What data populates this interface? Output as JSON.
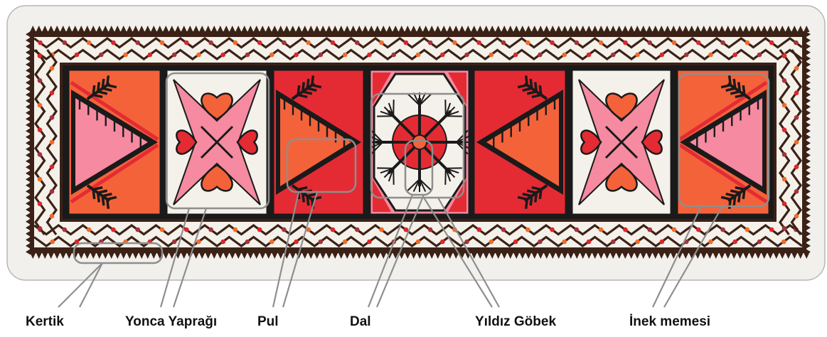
{
  "colors": {
    "background": "#ffffff",
    "card": "#f1f0ec",
    "card_border": "#b6b6b6",
    "dark_brown": "#3b2116",
    "black": "#1a1a1a",
    "orange": "#f4623a",
    "red": "#e42b34",
    "pink": "#f58aa0",
    "cream": "#f4f1ea",
    "callout_gray": "#8e8e8e",
    "dot_red": "#e0252b",
    "dot_maroon": "#a8323b",
    "dot_orange": "#f26b2a"
  },
  "labels": [
    {
      "id": "kertik",
      "text": "Kertik"
    },
    {
      "id": "yonca",
      "text": "Yonca Yaprağı"
    },
    {
      "id": "pul",
      "text": "Pul"
    },
    {
      "id": "dal",
      "text": "Dal"
    },
    {
      "id": "yildiz",
      "text": "Yıldız Göbek"
    },
    {
      "id": "inek",
      "text": "İnek memesi"
    }
  ],
  "panels": [
    {
      "type": "triangle-motif",
      "fill": "orange",
      "inner": "pink",
      "direction": "right"
    },
    {
      "type": "clover-motif",
      "background": "cream"
    },
    {
      "type": "triangle-motif",
      "fill": "red",
      "inner": "orange",
      "direction": "right"
    },
    {
      "type": "star-motif",
      "background": "pink"
    },
    {
      "type": "triangle-motif",
      "fill": "red",
      "inner": "orange",
      "direction": "left"
    },
    {
      "type": "clover-motif",
      "background": "cream"
    },
    {
      "type": "triangle-motif",
      "fill": "orange",
      "inner": "pink",
      "direction": "left"
    }
  ]
}
